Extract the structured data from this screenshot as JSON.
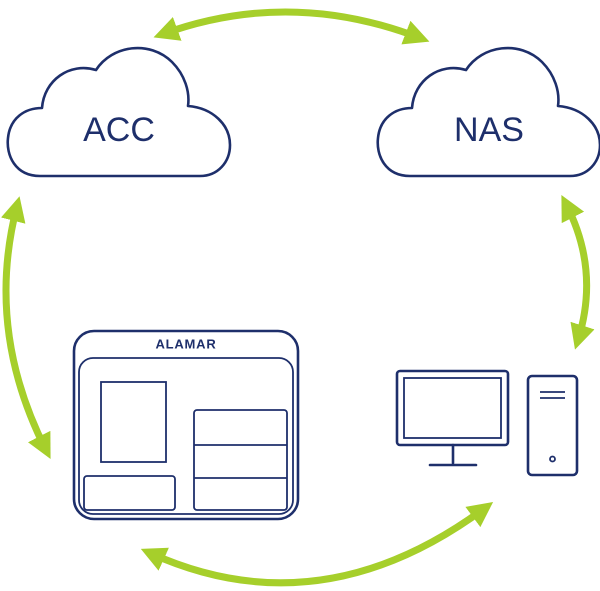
{
  "nodes": {
    "acc": {
      "label": "ACC"
    },
    "nas": {
      "label": "NAS"
    },
    "alamar": {
      "label": "ALAMAR"
    },
    "workstation": {
      "label": ""
    }
  },
  "colors": {
    "outline": "#1e2f6b",
    "arrow": "#a6cf2b",
    "background": "#ffffff"
  },
  "connections": [
    {
      "from": "acc",
      "to": "nas",
      "direction": "bidirectional"
    },
    {
      "from": "nas",
      "to": "workstation",
      "direction": "bidirectional"
    },
    {
      "from": "workstation",
      "to": "alamar",
      "direction": "bidirectional"
    },
    {
      "from": "alamar",
      "to": "acc",
      "direction": "bidirectional"
    }
  ],
  "icons": [
    "cloud-icon",
    "cloud-icon",
    "alamar-device-icon",
    "monitor-icon",
    "pc-tower-icon"
  ]
}
